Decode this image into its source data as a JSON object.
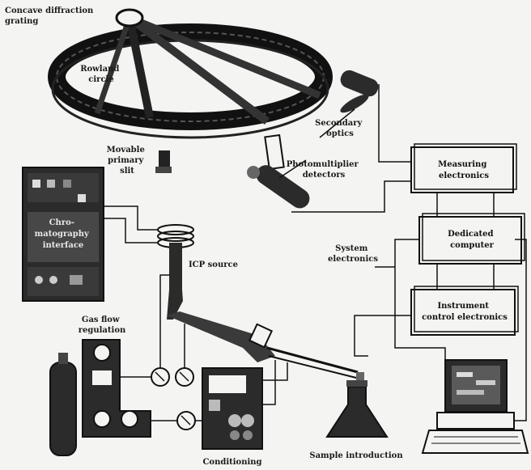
{
  "labels": {
    "grating": [
      "Concave diffraction",
      "grating"
    ],
    "rowland": [
      "Rowland",
      "circle"
    ],
    "secondary_optics": [
      "Secondary",
      "optics"
    ],
    "primary_slit": [
      "Movable",
      "primary",
      "slit"
    ],
    "photomultiplier": [
      "Photomultiplier",
      "detectors"
    ],
    "chromatography": [
      "Chro-",
      "matography",
      "interface"
    ],
    "icp_source": "ICP source",
    "system_electronics": [
      "System",
      "electronics"
    ],
    "gas_flow": [
      "Gas flow",
      "regulation"
    ],
    "conditioning": "Conditioning",
    "sample_intro": "Sample introduction"
  },
  "boxes": {
    "measuring": [
      "Measuring",
      "electronics"
    ],
    "computer": [
      "Dedicated",
      "computer"
    ],
    "instrument_control": [
      "Instrument",
      "control electronics"
    ]
  },
  "colors": {
    "ink": "#111111",
    "paper": "#f4f4f2",
    "dark_fill": "#2b2b2b",
    "mid_fill": "#6a6a6a"
  }
}
